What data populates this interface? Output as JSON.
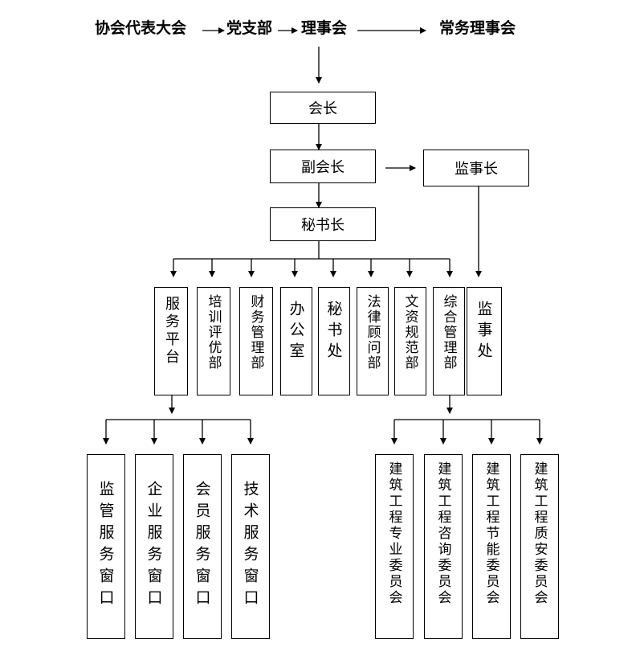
{
  "header": {
    "congress": "协会代表大会",
    "party": "党支部",
    "council": "理事会",
    "standing": "常务理事会"
  },
  "leaders": {
    "president": "会长",
    "vice_president": "副会长",
    "supervisor_chief": "监事长",
    "secretary_general": "秘书长"
  },
  "departments": [
    "服务平台",
    "培训评优部",
    "财务管理部",
    "办公室",
    "秘书处",
    "法律顾问部",
    "文资规范部",
    "综合管理部",
    "监事处"
  ],
  "service_windows": [
    "监管服务窗口",
    "企业服务窗口",
    "会员服务窗口",
    "技术服务窗口"
  ],
  "committees": [
    "建筑工程专业委员会",
    "建筑工程咨询委员会",
    "建筑工程节能委员会",
    "建筑工程质安委员会"
  ]
}
